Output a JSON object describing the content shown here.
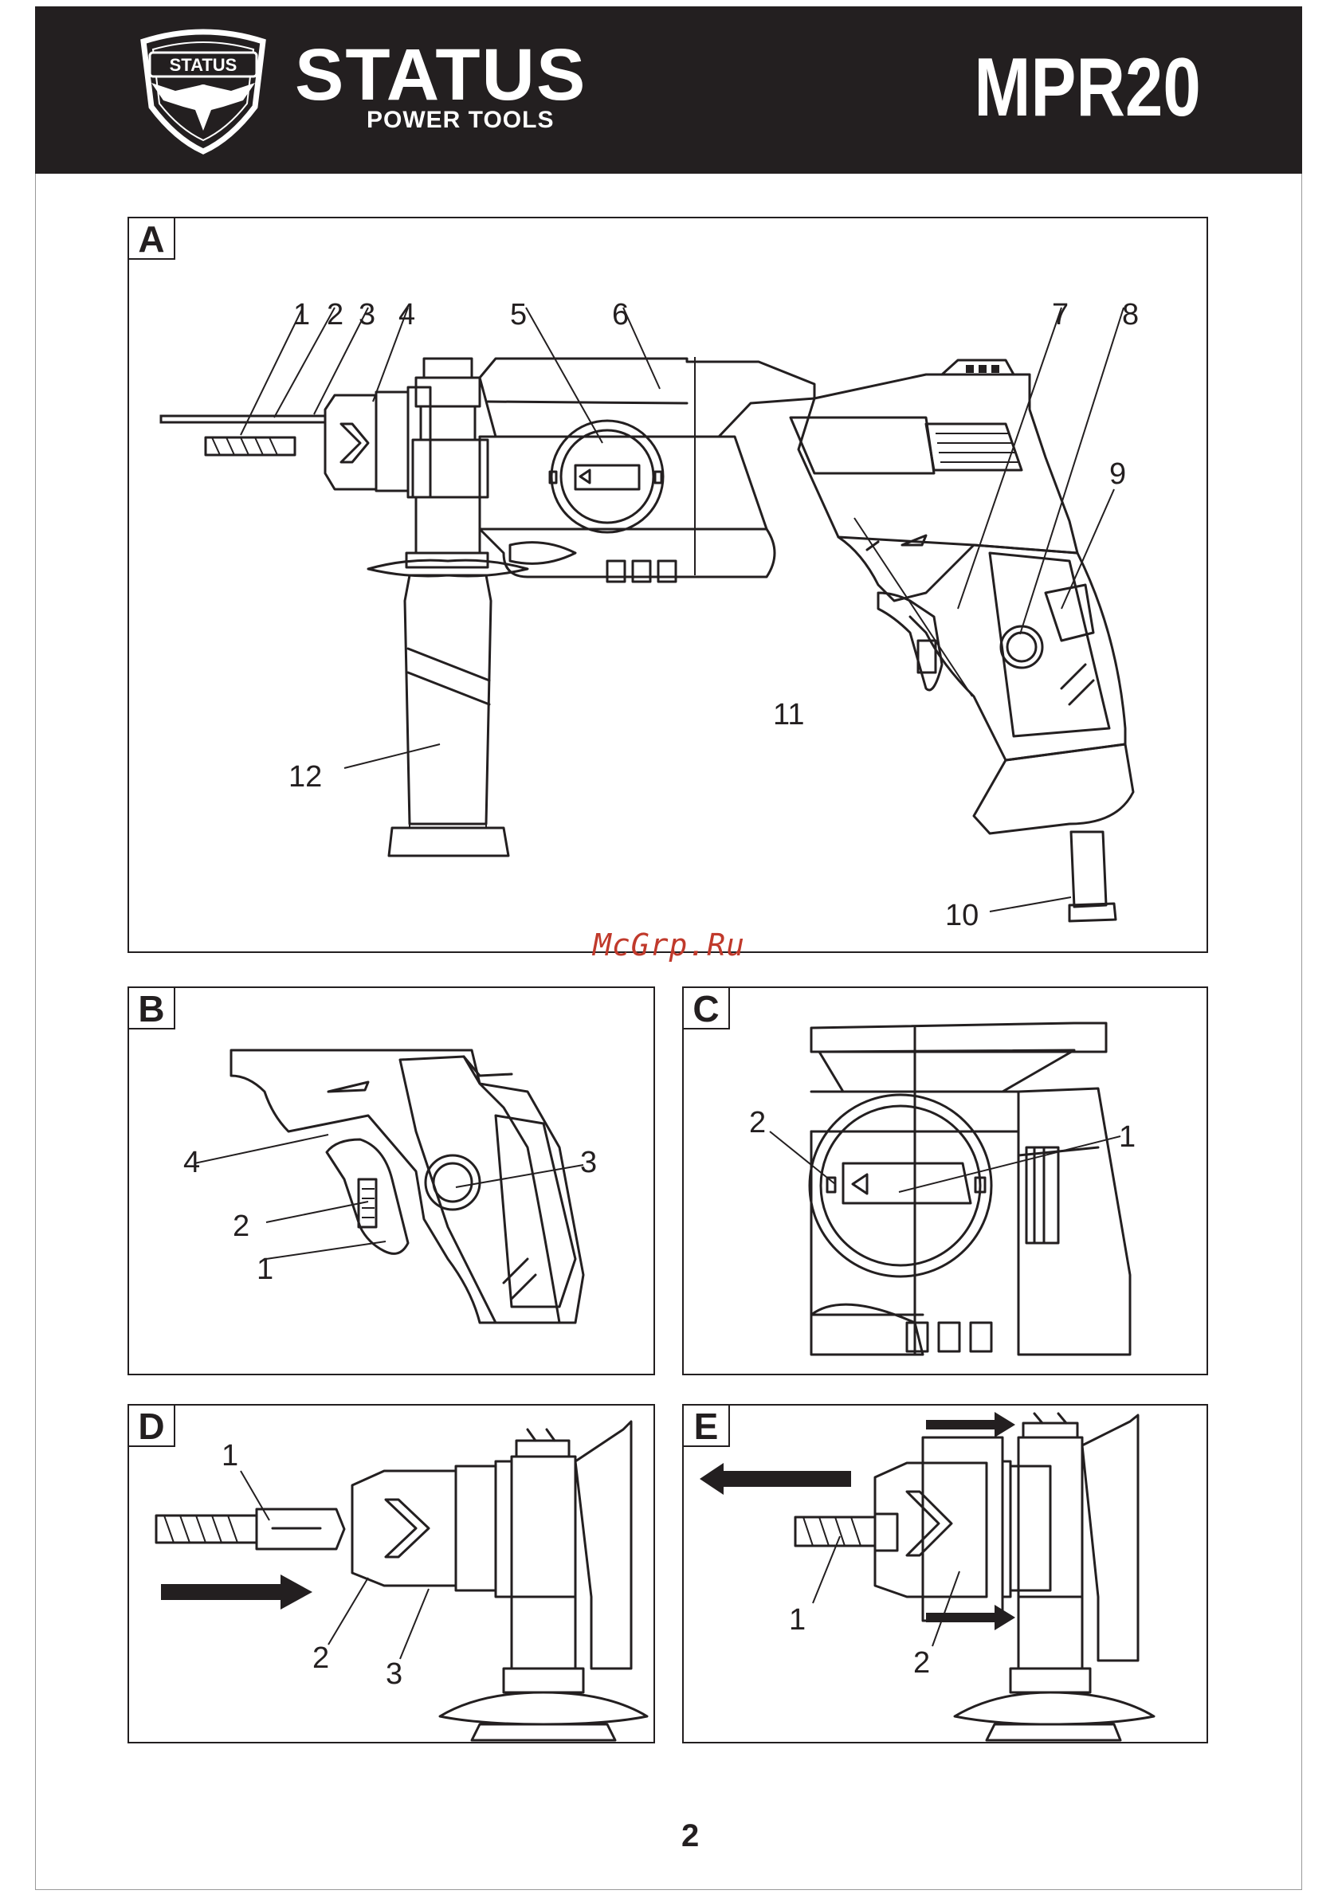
{
  "header": {
    "brand_name": "STATUS",
    "brand_tagline": "POWER TOOLS",
    "logo_text": "STATUS",
    "model": "MPR20"
  },
  "figures": {
    "A": {
      "letter": "A",
      "callouts": [
        "1",
        "2",
        "3",
        "4",
        "5",
        "6",
        "7",
        "8",
        "9",
        "10",
        "11",
        "12"
      ]
    },
    "B": {
      "letter": "B",
      "callouts": [
        "4",
        "3",
        "2",
        "1"
      ]
    },
    "C": {
      "letter": "C",
      "callouts": [
        "2",
        "1"
      ]
    },
    "D": {
      "letter": "D",
      "callouts": [
        "1",
        "2",
        "3"
      ]
    },
    "E": {
      "letter": "E",
      "callouts": [
        "1",
        "2"
      ]
    }
  },
  "watermark": "McGrp.Ru",
  "page_number": "2"
}
